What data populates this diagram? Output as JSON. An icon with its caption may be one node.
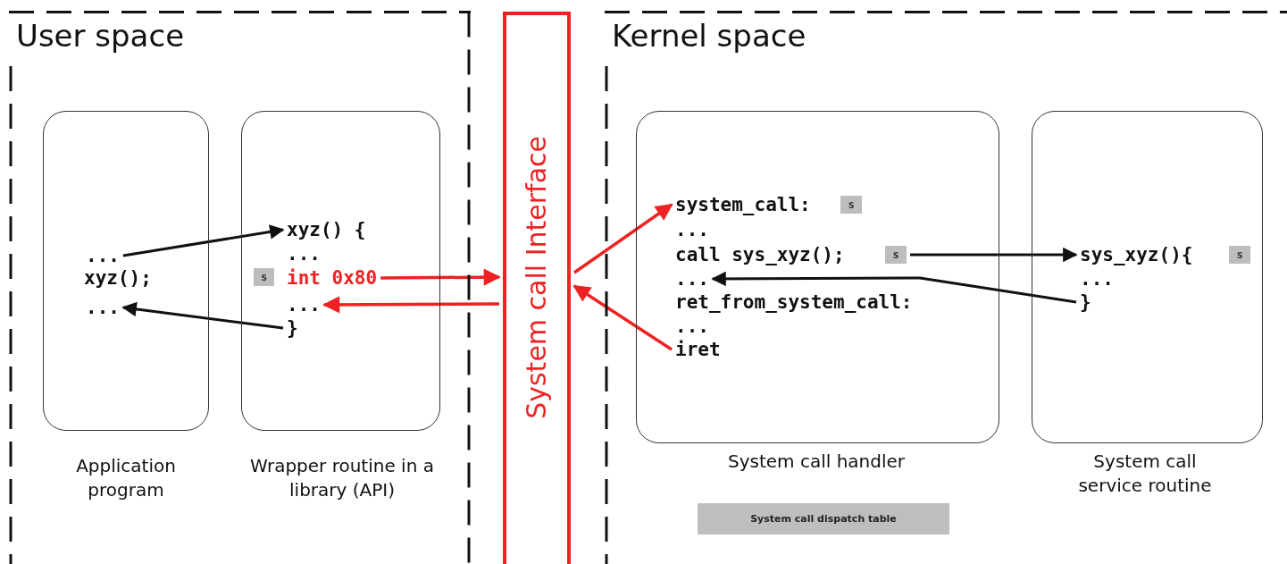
{
  "diagram": {
    "nodes": [
      {
        "text": [
          "User space"
        ]
      },
      {
        "text": [
          "Kernel space"
        ]
      },
      {
        "text": [],
        "shape": "box",
        "in": 0,
        "beside": [
          "Application program"
        ]
      },
      {
        "text": [
          "..."
        ],
        "in": 2
      },
      {
        "text": [
          "xyz();"
        ],
        "in": 2
      },
      {
        "text": [
          "..."
        ],
        "in": 2
      },
      {
        "text": [],
        "shape": "box",
        "in": 0,
        "beside": [
          "Wrapper routine in a library (API)"
        ]
      },
      {
        "text": [
          "xyz() {"
        ],
        "in": 6
      },
      {
        "text": [
          "..."
        ],
        "in": 6
      },
      {
        "text": [
          "s"
        ],
        "in": 6
      },
      {
        "text": [
          "int 0x80"
        ],
        "in": 6
      },
      {
        "text": [
          "..."
        ],
        "in": 6
      },
      {
        "text": [
          "}"
        ],
        "in": 6
      },
      {
        "text": [
          "System call Interface"
        ]
      },
      {
        "text": [],
        "shape": "box",
        "in": 1,
        "beside": [
          "System call handler"
        ]
      },
      {
        "text": [
          "system_call:"
        ],
        "in": 14
      },
      {
        "text": [
          "s"
        ],
        "in": 14
      },
      {
        "text": [
          "..."
        ],
        "in": 14
      },
      {
        "text": [
          "call sys_xyz();"
        ],
        "in": 14
      },
      {
        "text": [
          "s"
        ],
        "in": 14
      },
      {
        "text": [
          "..."
        ],
        "in": 14
      },
      {
        "text": [
          "ret_from_system_call:"
        ],
        "in": 14
      },
      {
        "text": [
          "..."
        ],
        "in": 14
      },
      {
        "text": [
          "iret"
        ],
        "in": 14
      },
      {
        "text": [],
        "shape": "box",
        "in": 1,
        "beside": [
          "System call service routine"
        ]
      },
      {
        "text": [
          "sys_xyz(){"
        ],
        "in": 24
      },
      {
        "text": [
          "s"
        ],
        "in": 24
      },
      {
        "text": [
          "..."
        ],
        "in": 24
      },
      {
        "text": [
          "}"
        ],
        "in": 24
      },
      {
        "text": [
          "System call dispatch table"
        ],
        "in": 1
      }
    ],
    "edges": [
      {
        "from": 3,
        "to": 7,
        "arrow": "to"
      },
      {
        "from": 12,
        "to": 5,
        "arrow": "to"
      },
      {
        "from": 10,
        "to": 13,
        "arrow": "to",
        "color": "#ee2222"
      },
      {
        "from": 13,
        "to": 11,
        "arrow": "to",
        "color": "#ee2222"
      },
      {
        "from": 13,
        "to": 15,
        "arrow": "to",
        "color": "#ee2222"
      },
      {
        "from": 23,
        "to": 13,
        "arrow": "to",
        "color": "#ee2222"
      },
      {
        "from": 19,
        "to": 25,
        "arrow": "to"
      },
      {
        "from": 28,
        "to": 20,
        "arrow": "to"
      }
    ]
  }
}
